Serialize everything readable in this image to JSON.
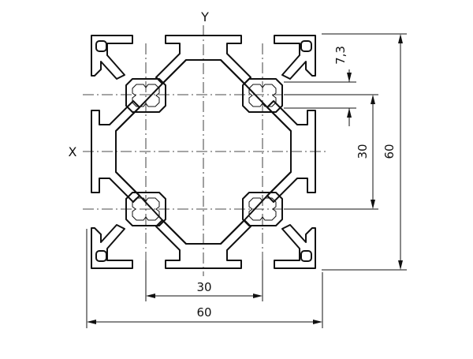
{
  "axes": {
    "x_label": "X",
    "y_label": "Y"
  },
  "dimensions": {
    "overall_width": "60",
    "overall_height": "60",
    "slot_pitch_horizontal": "30",
    "slot_pitch_vertical": "30",
    "slot_width": "7,3"
  },
  "colors": {
    "line": "#111111",
    "background": "#ffffff"
  }
}
